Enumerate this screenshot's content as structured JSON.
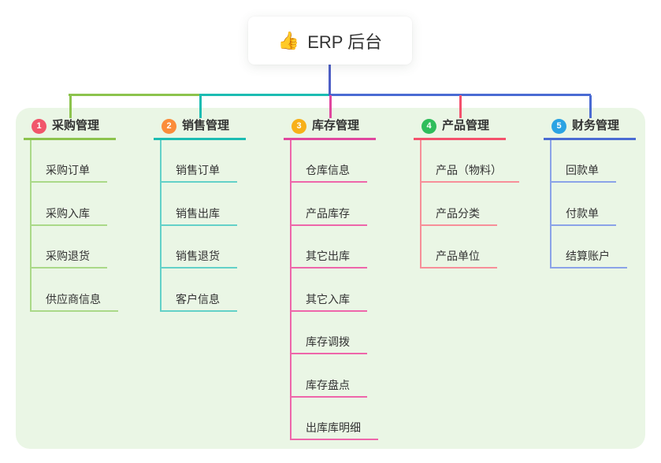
{
  "root": {
    "icon": "👍",
    "label": "ERP 后台"
  },
  "branches": [
    {
      "num": "1",
      "label": "采购管理",
      "badge_color": "#f1566b",
      "line_color": "#8cc34d",
      "child_line_color": "#aad988",
      "children": [
        "采购订单",
        "采购入库",
        "采购退货",
        "供应商信息"
      ]
    },
    {
      "num": "2",
      "label": "销售管理",
      "badge_color": "#fb8c3a",
      "line_color": "#1cbcb2",
      "child_line_color": "#63d1c8",
      "children": [
        "销售订单",
        "销售出库",
        "销售退货",
        "客户信息"
      ]
    },
    {
      "num": "3",
      "label": "库存管理",
      "badge_color": "#f7b019",
      "line_color": "#e0479e",
      "child_line_color": "#ee66aa",
      "children": [
        "仓库信息",
        "产品库存",
        "其它出库",
        "其它入库",
        "库存调拨",
        "库存盘点",
        "出库库明细"
      ]
    },
    {
      "num": "4",
      "label": "产品管理",
      "badge_color": "#2fbd5b",
      "line_color": "#f4516c",
      "child_line_color": "#f78f99",
      "children": [
        "产品（物料）",
        "产品分类",
        "产品单位"
      ]
    },
    {
      "num": "5",
      "label": "财务管理",
      "badge_color": "#2ba3e3",
      "line_color": "#4a6bd3",
      "child_line_color": "#8ba3e8",
      "children": [
        "回款单",
        "付款单",
        "结算账户"
      ]
    }
  ],
  "colors": {
    "page_bg": "#ffffff",
    "panel_bg": "#eaf6e5",
    "root_line": "#4e5fc6",
    "text": "#333333",
    "node_bg": "#ffffff"
  }
}
